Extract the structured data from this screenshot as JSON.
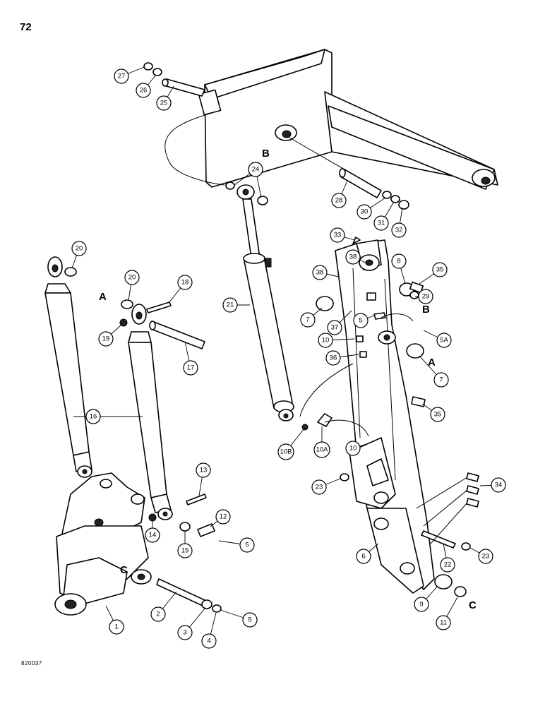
{
  "page_number": "72",
  "drawing_code": "820037",
  "reference_letters": [
    "A",
    "B",
    "C"
  ],
  "callouts": [
    "1",
    "2",
    "3",
    "4",
    "5",
    "5A",
    "6",
    "7",
    "8",
    "9",
    "10",
    "10A",
    "10B",
    "11",
    "12",
    "13",
    "14",
    "15",
    "16",
    "17",
    "18",
    "19",
    "20",
    "21",
    "22",
    "23",
    "24",
    "25",
    "26",
    "27",
    "28",
    "29",
    "30",
    "31",
    "32",
    "33",
    "34",
    "35",
    "36",
    "37",
    "38"
  ]
}
